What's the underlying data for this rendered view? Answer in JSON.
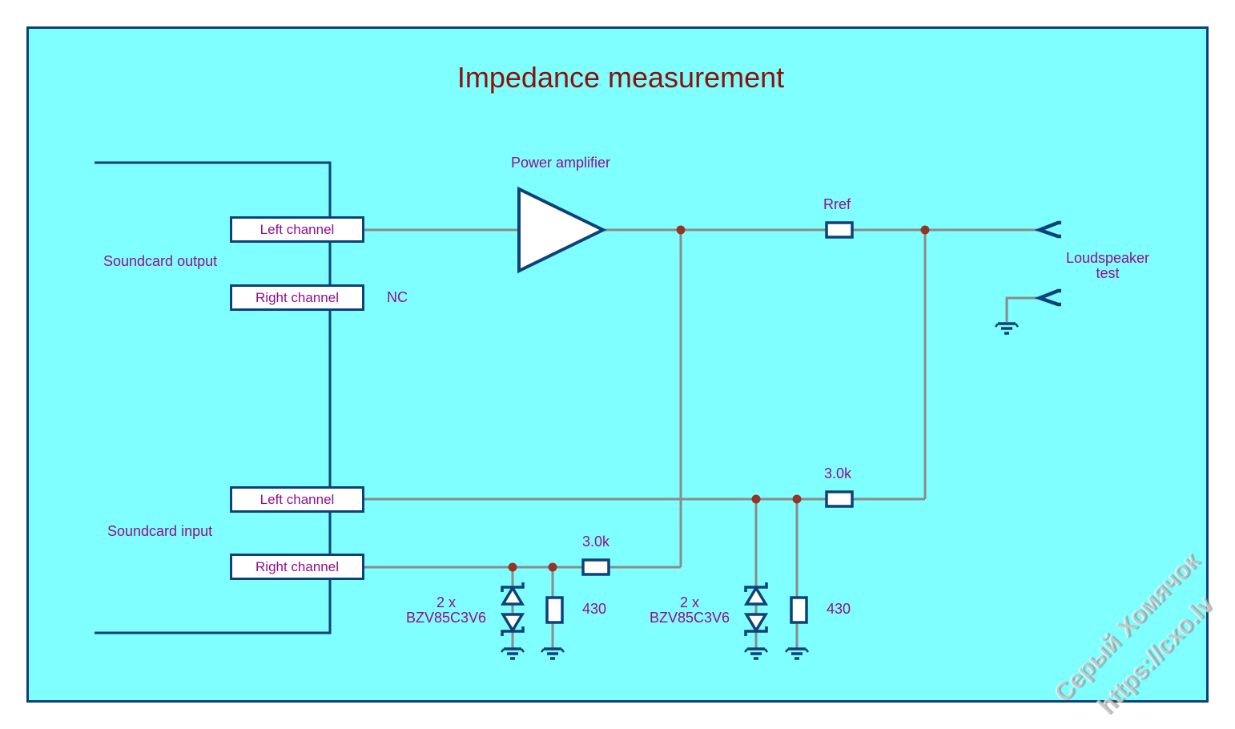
{
  "title": "Impedance measurement",
  "soundcard": {
    "output_label": "Soundcard output",
    "input_label": "Soundcard input",
    "output_left": "Left channel",
    "output_right": "Right channel",
    "input_left": "Left channel",
    "input_right": "Right channel"
  },
  "labels": {
    "power_amplifier": "Power amplifier",
    "nc": "NC",
    "rref": "Rref",
    "loudspeaker_line1": "Loudspeaker",
    "loudspeaker_line2": "test",
    "resistor_3k_left_input": "3.0k",
    "resistor_3k_right_input": "3.0k",
    "resistor_430_right_input": "430",
    "resistor_430_left_input": "430",
    "zener_right_line1": "2 x",
    "zener_right_line2": "BZV85C3V6",
    "zener_left_line1": "2 x",
    "zener_left_line2": "BZV85C3V6"
  },
  "watermark": {
    "line1": "Серый Хомячок",
    "line2": "https://cxo.lv"
  },
  "colors": {
    "background": "#7FFFFF",
    "outline_blue": "#0E4179",
    "wire_gray": "#8B8B8B",
    "junction_red": "#943527",
    "label_purple": "#90108C",
    "title_dark_red": "#8B1208"
  }
}
